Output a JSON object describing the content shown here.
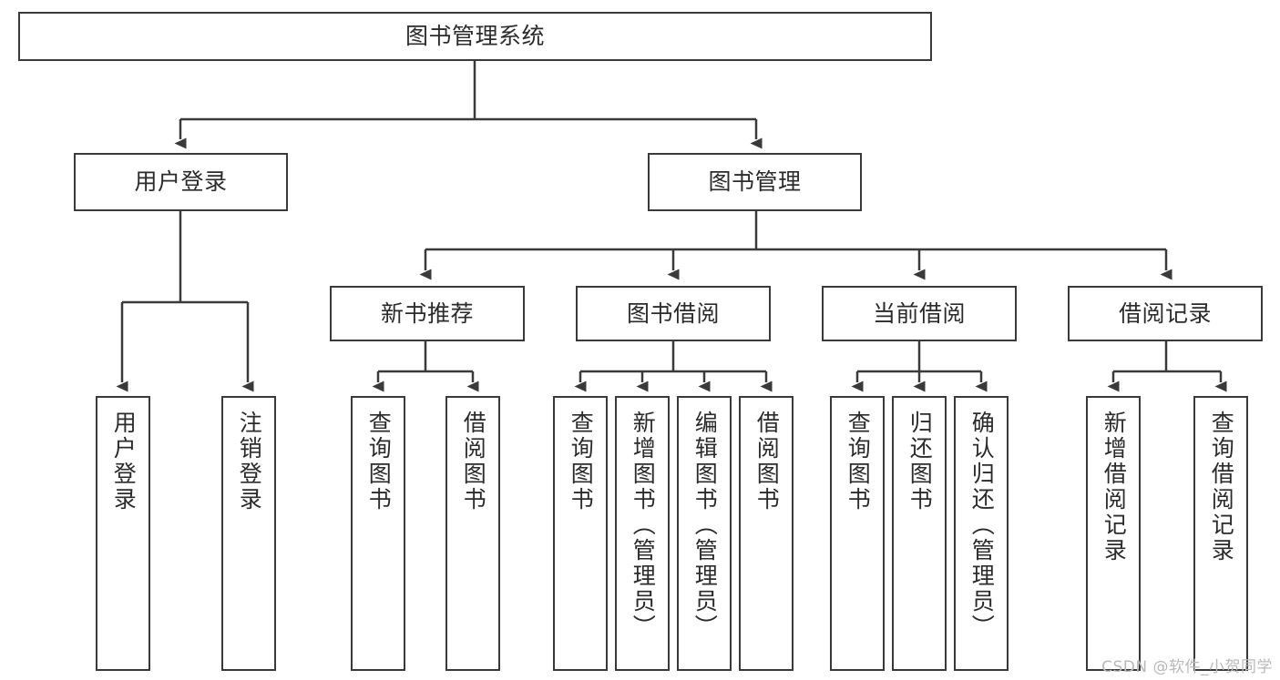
{
  "diagram": {
    "kind": "tree-hierarchy",
    "title": "图书管理系统",
    "root": {
      "label": "图书管理系统"
    },
    "level1": [
      {
        "label": "用户登录"
      },
      {
        "label": "图书管理"
      }
    ],
    "level2": [
      {
        "label": "新书推荐"
      },
      {
        "label": "图书借阅"
      },
      {
        "label": "当前借阅"
      },
      {
        "label": "借阅记录"
      }
    ],
    "leaves": [
      {
        "label": "用户登录",
        "parent": "用户登录"
      },
      {
        "label": "注销登录",
        "parent": "用户登录"
      },
      {
        "label": "查询图书",
        "parent": "新书推荐"
      },
      {
        "label": "借阅图书",
        "parent": "新书推荐"
      },
      {
        "label": "查询图书",
        "parent": "图书借阅"
      },
      {
        "label": "新增图书（管理员）",
        "parent": "图书借阅"
      },
      {
        "label": "编辑图书（管理员）",
        "parent": "图书借阅"
      },
      {
        "label": "借阅图书",
        "parent": "图书借阅"
      },
      {
        "label": "查询图书",
        "parent": "当前借阅"
      },
      {
        "label": "归还图书",
        "parent": "当前借阅"
      },
      {
        "label": "确认归还（管理员）",
        "parent": "当前借阅"
      },
      {
        "label": "新增借阅记录",
        "parent": "借阅记录"
      },
      {
        "label": "查询借阅记录",
        "parent": "借阅记录"
      }
    ],
    "colors": {
      "border": "#3a3a3a",
      "text": "#2b2b2b",
      "background": "#ffffff",
      "connector": "#3a3a3a",
      "watermark": "#b9b9b9"
    }
  },
  "watermark": {
    "text": "CSDN @软件_小贺同学"
  }
}
